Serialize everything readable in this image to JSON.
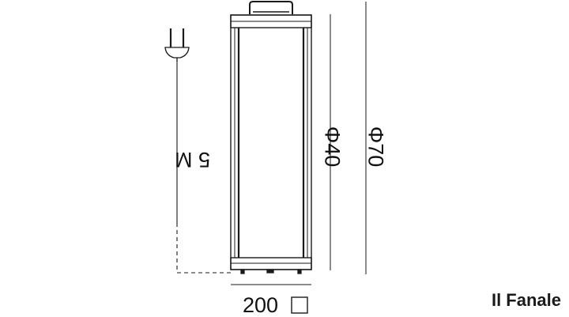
{
  "drawing": {
    "cord_length_label": "5 M",
    "inner_height_label": "Φ40",
    "outer_height_label": "Φ70",
    "base_label": "200"
  },
  "brand": {
    "name": "Il Fanale"
  },
  "colors": {
    "line": "#1a1a1a",
    "background": "#ffffff"
  }
}
